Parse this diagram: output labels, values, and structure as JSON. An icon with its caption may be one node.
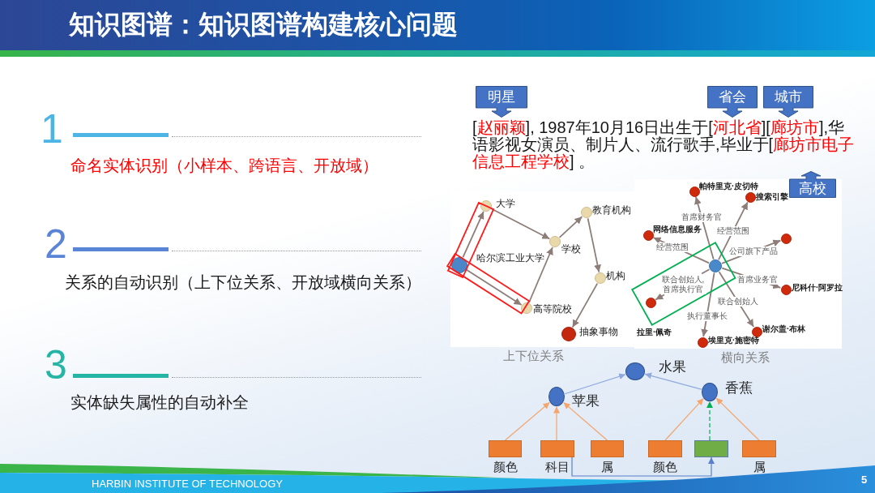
{
  "diagram": {
    "title": "知识图谱：知识图谱构建核心问题",
    "nodes": [
      {
        "text": [
          "明星"
        ]
      },
      {
        "text": [
          "省会"
        ]
      },
      {
        "text": [
          "城市"
        ]
      },
      {
        "text": [
          "高校"
        ]
      },
      {
        "text": [
          "上下位关系"
        ]
      },
      {
        "text": [],
        "shape": "circle",
        "beside": [
          "大学"
        ],
        "in": 4
      },
      {
        "text": [],
        "shape": "circle",
        "beside": [
          "教育机构"
        ],
        "in": 4
      },
      {
        "text": [],
        "shape": "circle",
        "beside": [
          "学校"
        ],
        "in": 4
      },
      {
        "text": [],
        "shape": "circle",
        "beside": [
          "哈尔滨工业大学"
        ],
        "in": 4
      },
      {
        "text": [],
        "shape": "circle",
        "beside": [
          "机构"
        ],
        "in": 4
      },
      {
        "text": [],
        "shape": "circle",
        "beside": [
          "高等院校"
        ],
        "in": 4
      },
      {
        "text": [],
        "shape": "circle",
        "beside": [
          "抽象事物"
        ],
        "in": 4
      },
      {
        "text": [
          "横向关系"
        ]
      },
      {
        "text": [],
        "shape": "circle",
        "beside": [
          "帕特里克·皮切特"
        ],
        "in": 12
      },
      {
        "text": [],
        "shape": "circle",
        "beside": [
          "搜索引擎"
        ],
        "in": 12
      },
      {
        "text": [],
        "shape": "circle",
        "beside": [
          "网络信息服务"
        ],
        "in": 12
      },
      {
        "text": [],
        "shape": "circle",
        "in": 12
      },
      {
        "text": [],
        "shape": "circle",
        "in": 12
      },
      {
        "text": [],
        "shape": "circle",
        "beside": [
          "尼科什·阿罗拉"
        ],
        "in": 12
      },
      {
        "text": [],
        "shape": "circle",
        "beside": [
          "拉里·佩奇"
        ],
        "in": 12
      },
      {
        "text": [],
        "shape": "circle",
        "beside": [
          "谢尔盖·布林"
        ],
        "in": 12
      },
      {
        "text": [],
        "shape": "circle",
        "beside": [
          "埃里克·施密特"
        ],
        "in": 12
      },
      {
        "text": [],
        "shape": "circle",
        "beside": [
          "水果"
        ]
      },
      {
        "text": [],
        "shape": "circle",
        "beside": [
          "苹果"
        ]
      },
      {
        "text": [],
        "shape": "circle",
        "beside": [
          "香蕉"
        ]
      },
      {
        "text": [],
        "shape": "box",
        "beside": [
          "颜色"
        ]
      },
      {
        "text": [],
        "shape": "box",
        "beside": [
          "科目"
        ]
      },
      {
        "text": [],
        "shape": "box",
        "beside": [
          "属"
        ]
      },
      {
        "text": [],
        "shape": "box",
        "beside": [
          "颜色"
        ]
      },
      {
        "text": [],
        "shape": "box"
      },
      {
        "text": [],
        "shape": "box",
        "beside": [
          "属"
        ]
      }
    ],
    "edges": [
      {
        "from": 8,
        "to": 5,
        "arrow": "to"
      },
      {
        "from": 5,
        "to": 7,
        "arrow": "to"
      },
      {
        "from": 8,
        "to": 10,
        "arrow": "to"
      },
      {
        "from": 10,
        "to": 7,
        "arrow": "to"
      },
      {
        "from": 7,
        "to": 6,
        "arrow": "to"
      },
      {
        "from": 6,
        "to": 9,
        "arrow": "to"
      },
      {
        "from": 9,
        "to": 11,
        "arrow": "to"
      },
      {
        "from": 17,
        "to": 13,
        "arrow": "to",
        "label": "首席财务官"
      },
      {
        "from": 17,
        "to": 14,
        "arrow": "to",
        "label": "经营范围"
      },
      {
        "from": 17,
        "to": 15,
        "arrow": "to",
        "label": "经营范围"
      },
      {
        "from": 17,
        "to": 16,
        "arrow": "to",
        "label": "公司旗下产品"
      },
      {
        "from": 17,
        "to": 18,
        "arrow": "to",
        "label": "首席业务官"
      },
      {
        "from": 17,
        "to": 19,
        "arrow": "to",
        "label": "联合创始人,首席执行官"
      },
      {
        "from": 17,
        "to": 20,
        "arrow": "to",
        "label": "联合创始人"
      },
      {
        "from": 17,
        "to": 21,
        "arrow": "to",
        "label": "执行董事长"
      },
      {
        "from": 23,
        "to": 22,
        "arrow": "to",
        "color": "#8faadc"
      },
      {
        "from": 24,
        "to": 22,
        "arrow": "to",
        "color": "#8faadc"
      },
      {
        "from": 25,
        "to": 23,
        "arrow": "to",
        "color": "#f4a46c"
      },
      {
        "from": 26,
        "to": 23,
        "arrow": "to",
        "color": "#f4a46c"
      },
      {
        "from": 27,
        "to": 23,
        "arrow": "to",
        "color": "#f4a46c"
      },
      {
        "from": 28,
        "to": 24,
        "arrow": "to",
        "color": "#f4a46c"
      },
      {
        "from": 29,
        "to": 24,
        "arrow": "to",
        "style": "dashed",
        "color": "#00b050"
      },
      {
        "from": 30,
        "to": 24,
        "arrow": "to",
        "color": "#f4a46c"
      },
      {
        "from": 26,
        "to": 29,
        "arrow": "to",
        "color": "#5b7fcc"
      }
    ],
    "labels": [
      "1",
      "命名实体识别（小样本、跨语言、开放域）",
      "2",
      "关系的自动识别（上下位关系、开放域横向关系）",
      "3",
      "实体缺失属性的自动补全",
      "[赵丽颖], 1987年10月16日出生于[河北省][廊坊市],华语影视女演员、制片人、流行歌手,毕业于[廊坊市电子信息工程学校] 。",
      "HARBIN INSTITUTE OF TECHNOLOGY",
      "5"
    ]
  }
}
